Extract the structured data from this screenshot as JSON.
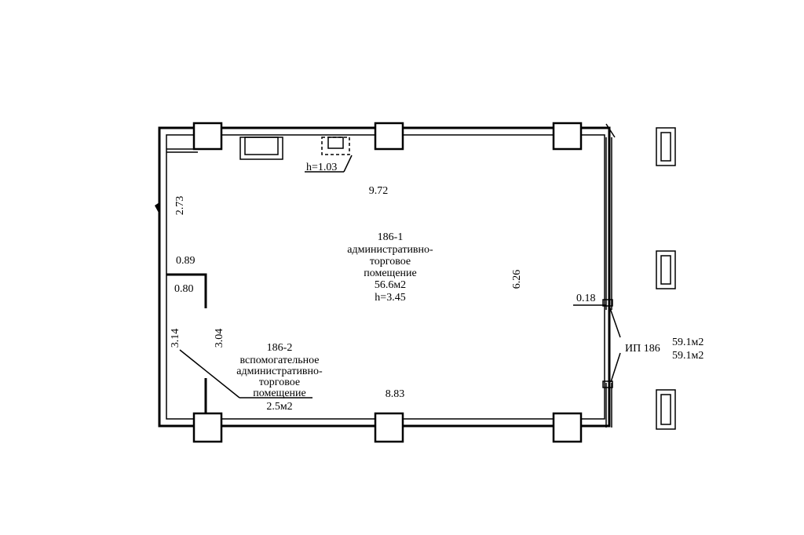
{
  "rooms": [
    {
      "id": "186-1",
      "lines": [
        "186-1",
        "административно-",
        "торговое",
        "помещение",
        "56.6м2",
        "h=3.45"
      ]
    },
    {
      "id": "186-2",
      "lines": [
        "186-2",
        "вспомогательное",
        "административно-",
        "торговое",
        "помещение",
        "2.5м2"
      ]
    }
  ],
  "dimensions": {
    "top_length": "9.72",
    "bottom_length": "8.83",
    "right_height": "6.26",
    "left_upper": "2.73",
    "left_lower": "3.14",
    "inner_height": "3.04",
    "partition_width": "0.89",
    "partition_depth": "0.80",
    "wall_depth": "0.18",
    "vent_height": "h=1.03"
  },
  "unit": {
    "label": "ИП 186",
    "area_1": "59.1м2",
    "area_2": "59.1м2"
  },
  "colors": {
    "ink": "#000000",
    "paper": "#ffffff"
  }
}
